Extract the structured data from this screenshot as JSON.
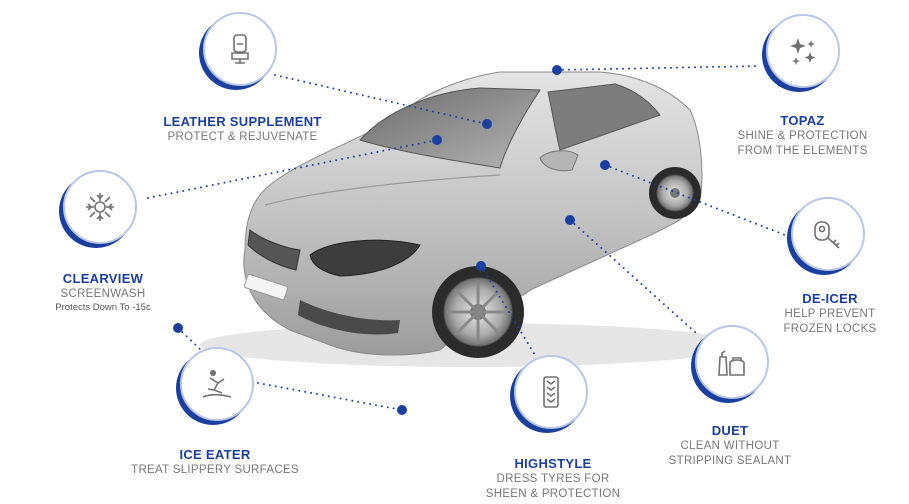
{
  "colors": {
    "accent": "#1b3f9e",
    "text_grey": "#777777",
    "car_body": "#c9c9c9"
  },
  "features": [
    {
      "id": "leather",
      "icon": "car-seat-icon",
      "title": "LEATHER SUPPLEMENT",
      "lines": [
        "PROTECT & REJUVENATE"
      ]
    },
    {
      "id": "topaz",
      "icon": "sparkles-icon",
      "title": "TOPAZ",
      "lines": [
        "SHINE & PROTECTION",
        "FROM THE ELEMENTS"
      ]
    },
    {
      "id": "clearview",
      "icon": "snowflake-icon",
      "title": "CLEARVIEW",
      "lines": [
        "SCREENWASH"
      ],
      "note": "Protects Down To -15c"
    },
    {
      "id": "deicer",
      "icon": "car-key-icon",
      "title": "DE-ICER",
      "lines": [
        "HELP PREVENT",
        "FROZEN LOCKS"
      ]
    },
    {
      "id": "iceeater",
      "icon": "slipping-person-icon",
      "title": "ICE EATER",
      "lines": [
        "TREAT SLIPPERY SURFACES"
      ]
    },
    {
      "id": "highstyle",
      "icon": "tyre-tread-icon",
      "title": "HIGHSTYLE",
      "lines": [
        "DRESS TYRES FOR",
        "SHEEN & PROTECTION"
      ]
    },
    {
      "id": "duet",
      "icon": "cleaning-products-icon",
      "title": "DUET",
      "lines": [
        "CLEAN WITHOUT",
        "STRIPPING SEALANT"
      ]
    }
  ]
}
